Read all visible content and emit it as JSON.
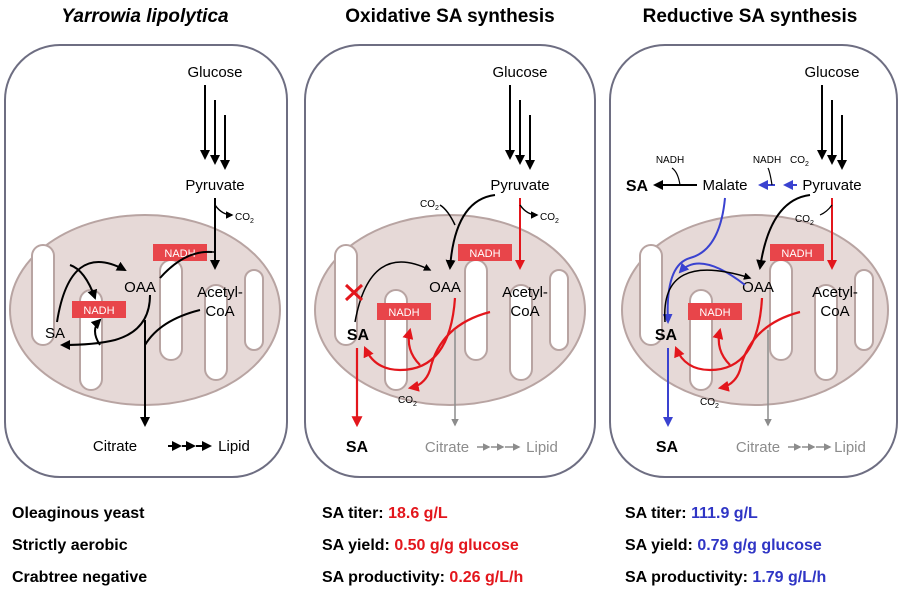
{
  "panels": {
    "left": {
      "title": "Yarrowia lipolytica",
      "labels": {
        "glucose": "Glucose",
        "pyruvate": "Pyruvate",
        "co2": "CO",
        "co2_sub": "2",
        "nadh": "NADH",
        "oaa": "OAA",
        "acetyl": "Acetyl-",
        "coa": "CoA",
        "sa": "SA",
        "citrate": "Citrate",
        "lipid": "Lipid",
        "nadh2": "NADH"
      },
      "info": [
        "Oleaginous yeast",
        "Strictly aerobic",
        "Crabtree negative"
      ]
    },
    "middle": {
      "title": "Oxidative SA synthesis",
      "labels": {
        "glucose": "Glucose",
        "pyruvate": "Pyruvate",
        "co2_a": "CO",
        "co2_b": "CO",
        "co2_c": "CO",
        "co2_sub": "2",
        "nadh": "NADH",
        "nadh2": "NADH",
        "oaa": "OAA",
        "acetyl": "Acetyl-",
        "coa": "CoA",
        "sa": "SA",
        "sa_out": "SA",
        "citrate": "Citrate",
        "lipid": "Lipid"
      },
      "titer_label": "SA titer: ",
      "titer_value": "18.6 g/L",
      "yield_label": "SA yield: ",
      "yield_value": "0.50 g/g glucose",
      "prod_label": "SA productivity: ",
      "prod_value": "0.26 g/L/h"
    },
    "right": {
      "title": "Reductive SA synthesis",
      "labels": {
        "glucose": "Glucose",
        "pyruvate": "Pyruvate",
        "malate": "Malate",
        "nadh_top1": "NADH",
        "nadh_top2": "NADH",
        "co2_top": "CO",
        "co2_a": "CO",
        "co2_b": "CO",
        "co2_sub": "2",
        "sa_cyto": "SA",
        "nadh": "NADH",
        "nadh2": "NADH",
        "oaa": "OAA",
        "acetyl": "Acetyl-",
        "coa": "CoA",
        "sa": "SA",
        "sa_out": "SA",
        "citrate": "Citrate",
        "lipid": "Lipid"
      },
      "titer_label": "SA titer: ",
      "titer_value": "111.9 g/L",
      "yield_label": "SA yield: ",
      "yield_value": "0.79 g/g glucose",
      "prod_label": "SA productivity: ",
      "prod_value": "1.79 g/L/h"
    }
  },
  "colors": {
    "oxidative": "#e3161c",
    "reductive": "#3a42d0",
    "nadh_box": "#e8454a",
    "mito_fill": "#e6d9d7",
    "mito_stroke": "#b8a4a2",
    "cell_stroke": "#6e6e82",
    "grey": "#8c8c8c"
  }
}
